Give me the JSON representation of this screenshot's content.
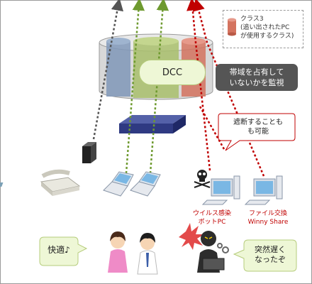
{
  "legend": {
    "text": "クラス3\n(追い出されたPC\nが使用するクラス)"
  },
  "center_label": "DCC",
  "monitor_box": "帯域を占有して\nいないかを監視",
  "block_note": "遮断することも\nも可能",
  "pc_labels": {
    "virus": "ウイルス感染\nボットPC",
    "fileshare": "ファイル交換\nWinny Share"
  },
  "comfort_bubble": "快適♪",
  "slow_bubble": "突然遅く\nなったぞ",
  "colors": {
    "blue": "#8098b8",
    "green": "#a9bf6c",
    "red": "#d4735f",
    "dark": "#555555",
    "arrow_red": "#c00000",
    "arrow_green": "#6e9a2f"
  }
}
